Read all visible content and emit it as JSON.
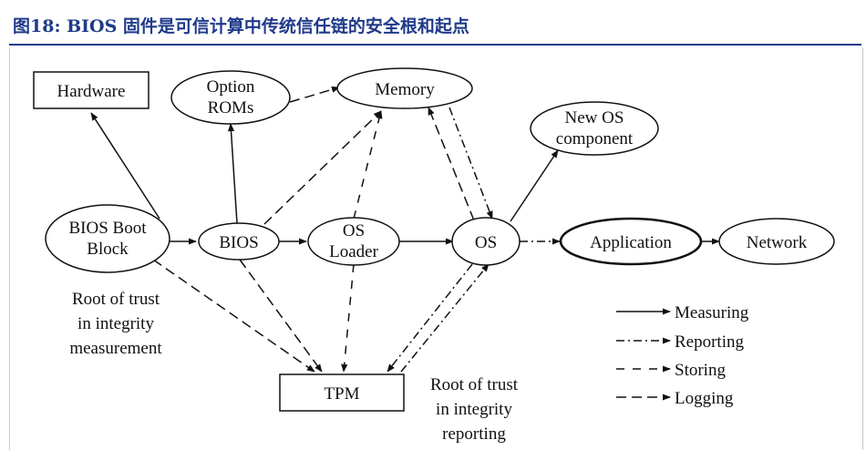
{
  "title": "图18: BIOS 固件是可信计算中传统信任链的安全根和起点",
  "nodes": {
    "hardware": "Hardware",
    "option_roms": [
      "Option",
      "ROMs"
    ],
    "memory": "Memory",
    "new_os": [
      "New OS",
      "component"
    ],
    "bios_boot_block": [
      "BIOS Boot",
      "Block"
    ],
    "bios": "BIOS",
    "os_loader": [
      "OS",
      "Loader"
    ],
    "os": "OS",
    "application": "Application",
    "network": "Network",
    "tpm": "TPM"
  },
  "notes": {
    "root_measurement": [
      "Root of trust",
      "in integrity",
      "measurement"
    ],
    "root_reporting": [
      "Root of trust",
      "in integrity",
      "reporting"
    ]
  },
  "legend": {
    "measuring": "Measuring",
    "reporting": "Reporting",
    "storing": "Storing",
    "logging": "Logging"
  }
}
